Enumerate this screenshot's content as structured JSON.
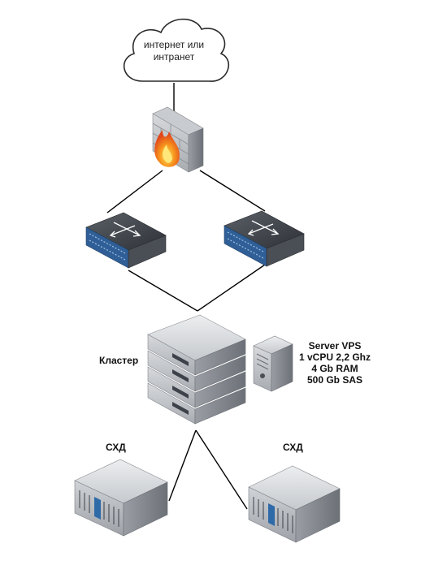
{
  "cloud": {
    "line1": "интернет или",
    "line2": "интранет",
    "icon": "cloud-icon"
  },
  "firewall": {
    "icon": "firewall-icon"
  },
  "switches": [
    {
      "icon": "network-switch-icon"
    },
    {
      "icon": "network-switch-icon"
    }
  ],
  "cluster": {
    "label": "Кластер",
    "icon": "server-rack-stack-icon"
  },
  "server": {
    "lines": [
      "Server VPS",
      "1 vCPU 2,2 Ghz",
      "4 Gb RAM",
      "500 Gb SAS"
    ],
    "icon": "tower-server-icon"
  },
  "storage": [
    {
      "label": "СХД",
      "icon": "storage-array-icon"
    },
    {
      "label": "СХД",
      "icon": "storage-array-icon"
    }
  ],
  "colors": {
    "line": "#000000",
    "device_dark": "#3c3f44",
    "device_light": "#d9dbde",
    "switch_blue": "#2f5f96",
    "flame": "#f07a12"
  }
}
